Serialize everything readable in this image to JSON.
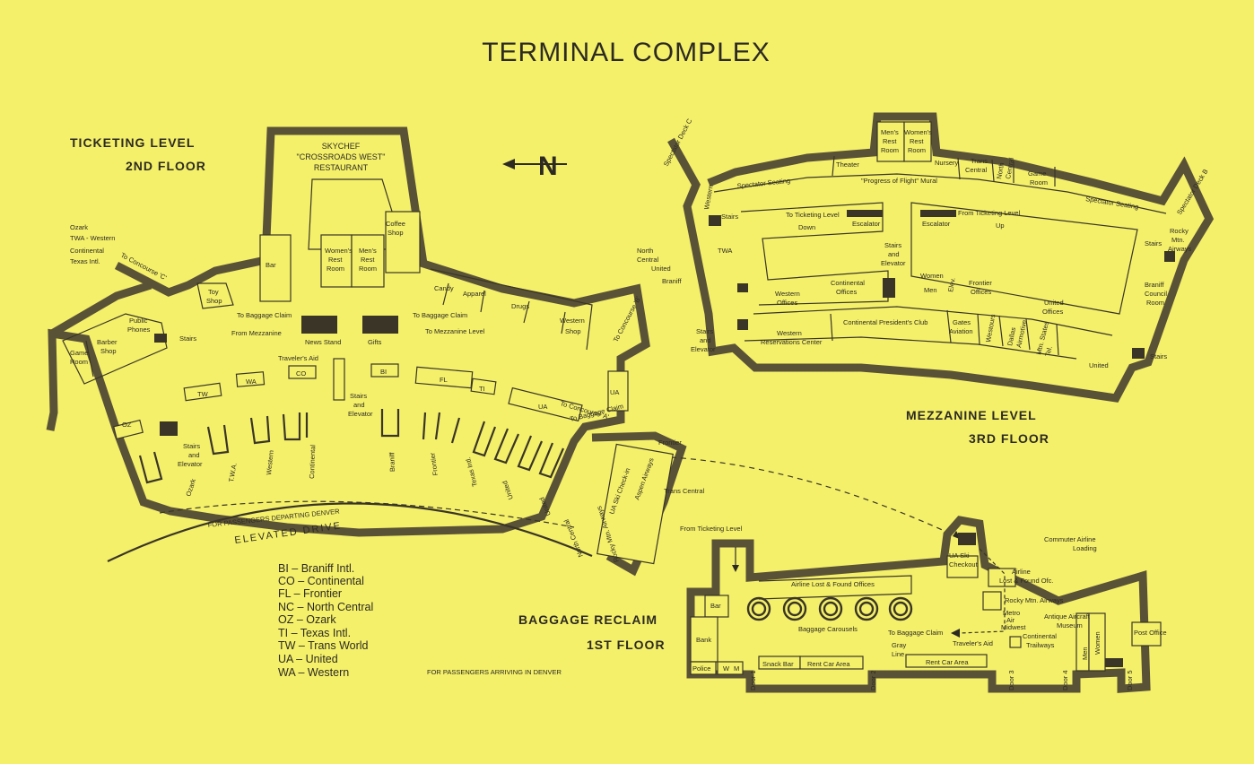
{
  "title": "TERMINAL COMPLEX",
  "north_label": "N",
  "ticketing": {
    "level": "TICKETING LEVEL",
    "floor": "2ND FLOOR",
    "restaurant": [
      "SKYCHEF",
      "\"CROSSROADS WEST\"",
      "RESTAURANT"
    ],
    "rooms": {
      "coffee_shop": [
        "Coffee",
        "Shop"
      ],
      "bar": "Bar",
      "womens_rest": [
        "Women's",
        "Rest",
        "Room"
      ],
      "mens_rest": [
        "Men's",
        "Rest",
        "Room"
      ],
      "toy_shop": [
        "Toy",
        "Shop"
      ],
      "candy": "Candy",
      "apparel": "Apparel",
      "drugs": "Drugs",
      "western_shop": [
        "Western",
        "Shop"
      ],
      "game_room": [
        "Game",
        "Room"
      ],
      "barber_shop": [
        "Barber",
        "Shop"
      ],
      "public_phones": [
        "Public",
        "Phones"
      ],
      "stairs": "Stairs",
      "news_stand": "News Stand",
      "gifts": "Gifts",
      "travelers_aid": "Traveler's Aid",
      "stairs_elevator": [
        "Stairs",
        "and",
        "Elevator"
      ],
      "stairs_elevator_left": [
        "Stairs",
        "and",
        "Elevator"
      ]
    },
    "arrows": {
      "to_baggage_claim_left": "To Baggage Claim",
      "from_mezzanine": "From Mezzanine",
      "to_baggage_claim_right": "To Baggage Claim",
      "to_mezzanine": "To Mezzanine Level",
      "to_concourse_c": "To Concourse 'C'",
      "to_concourse_b": "To Concourse 'B'",
      "to_concourse_a": "To Concourse 'A'",
      "to_baggage_claim_bottom": "To Baggage Claim"
    },
    "counters": [
      "OZ",
      "TW",
      "WA",
      "CO",
      "BI",
      "FL",
      "TI",
      "UA",
      "UA"
    ],
    "gates": [
      "Ozark",
      "T.W.A.",
      "Western",
      "Continental",
      "Braniff",
      "Frontier",
      "Texas Intl.",
      "United",
      "United",
      "North Central",
      "Rocky Mtn. Airways",
      "UA Ski Check-in",
      "Aspen Airways",
      "Trans Central",
      "Frontier"
    ],
    "airlines_left": [
      "Ozark",
      "TWA - Western",
      "Continental",
      "Texas Intl."
    ],
    "airlines_right": [
      "North",
      "Central",
      "United",
      "Braniff"
    ],
    "departing": "FOR PASSENGERS DEPARTING DENVER",
    "elevated_drive": "ELEVATED DRIVE"
  },
  "legend": [
    "BI  – Braniff Intl.",
    "CO – Continental",
    "FL  – Frontier",
    "NC – North Central",
    "OZ – Ozark",
    "TI  – Texas Intl.",
    "TW – Trans World",
    "UA – United",
    "WA – Western"
  ],
  "mezzanine": {
    "level": "MEZZANINE LEVEL",
    "floor": "3RD FLOOR",
    "rooms": {
      "spectator_deck_c": "Spectator Deck C",
      "spectator_deck_b": "Spectator Deck B",
      "mens_rest": [
        "Men's",
        "Rest",
        "Room"
      ],
      "womens_rest": [
        "Women's",
        "Rest",
        "Room"
      ],
      "theater": "Theater",
      "nursery": "Nursery",
      "trans_central": [
        "Trans",
        "Central"
      ],
      "north_central": [
        "North",
        "Central"
      ],
      "game_room": [
        "Game",
        "Room"
      ],
      "spectator_seating_l": "Spectator Seating",
      "spectator_seating_r": "Spectator Seating",
      "mural": "\"Progress of Flight\" Mural",
      "western": "Western",
      "stairs": "Stairs",
      "twa": "TWA",
      "to_ticketing": "To Ticketing Level",
      "down": "Down",
      "escalator_l": "Escalator",
      "escalator_r": "Escalator",
      "from_ticketing": "From Ticketing Level",
      "up": "Up",
      "stairs_elevator_c": [
        "Stairs",
        "and",
        "Elevator"
      ],
      "rocky_mtn": [
        "Rocky",
        "Mtn.",
        "Airways"
      ],
      "braniff_council": [
        "Braniff",
        "Council",
        "Room"
      ],
      "western_offices": [
        "Western",
        "Offices"
      ],
      "continental_offices": [
        "Continental",
        "Offices"
      ],
      "women": "Women",
      "men": "Men",
      "elev": "Elev.",
      "frontier_offices": [
        "Frontier",
        "Offices"
      ],
      "united_offices": [
        "United",
        "Offices"
      ],
      "western_reservations": [
        "Western",
        "Reservations Center"
      ],
      "continental_presidents": "Continental President's Club",
      "gates_aviation": [
        "Gates",
        "Aviation"
      ],
      "westours": "Westours",
      "dallas_airmotive": [
        "Dallas",
        "Airmotive"
      ],
      "mtn_states_tel": [
        "Mtn. States",
        "Tel."
      ],
      "united": "United",
      "stairs_elevator_l": [
        "Stairs",
        "and",
        "Elevator"
      ],
      "stairs_r": "Stairs",
      "stairs_rr": "Stairs"
    }
  },
  "baggage": {
    "level": "BAGGAGE RECLAIM",
    "floor": "1ST FLOOR",
    "arriving": "FOR PASSENGERS ARRIVING IN DENVER",
    "rooms": {
      "from_ticketing": "From Ticketing Level",
      "commuter": [
        "Commuter Airline",
        "Loading"
      ],
      "ua_ski": [
        "UA Ski",
        "Checkout"
      ],
      "airline_lost": [
        "Airline",
        "Lost & Found Ofc."
      ],
      "lost_found_offices": "Airline Lost & Found Offices",
      "bar": "Bar",
      "bank": "Bank",
      "police": "Police",
      "w": "W",
      "m": "M",
      "carousels": "Baggage Carousels",
      "to_baggage_claim": "To Baggage Claim",
      "travelers_aid": "Traveler's Aid",
      "rocky_mtn": "Rocky Mtn. Airways",
      "metro": [
        "Metro",
        "Air",
        "Midwest"
      ],
      "continental_trailways": [
        "Continental",
        "Trailways"
      ],
      "antique": [
        "Antique Aircraft",
        "Museum"
      ],
      "post_office": "Post Office",
      "gray_line": [
        "Gray",
        "Line"
      ],
      "snack_bar": "Snack Bar",
      "rent_car_area": "Rent Car Area",
      "rent_car_area2": "Rent Car Area",
      "men": "Men",
      "women": "Women",
      "door1": "Door 1",
      "door2": "Door 2",
      "door3": "Door 3",
      "door4": "Door 4",
      "door5": "Door 5"
    }
  }
}
